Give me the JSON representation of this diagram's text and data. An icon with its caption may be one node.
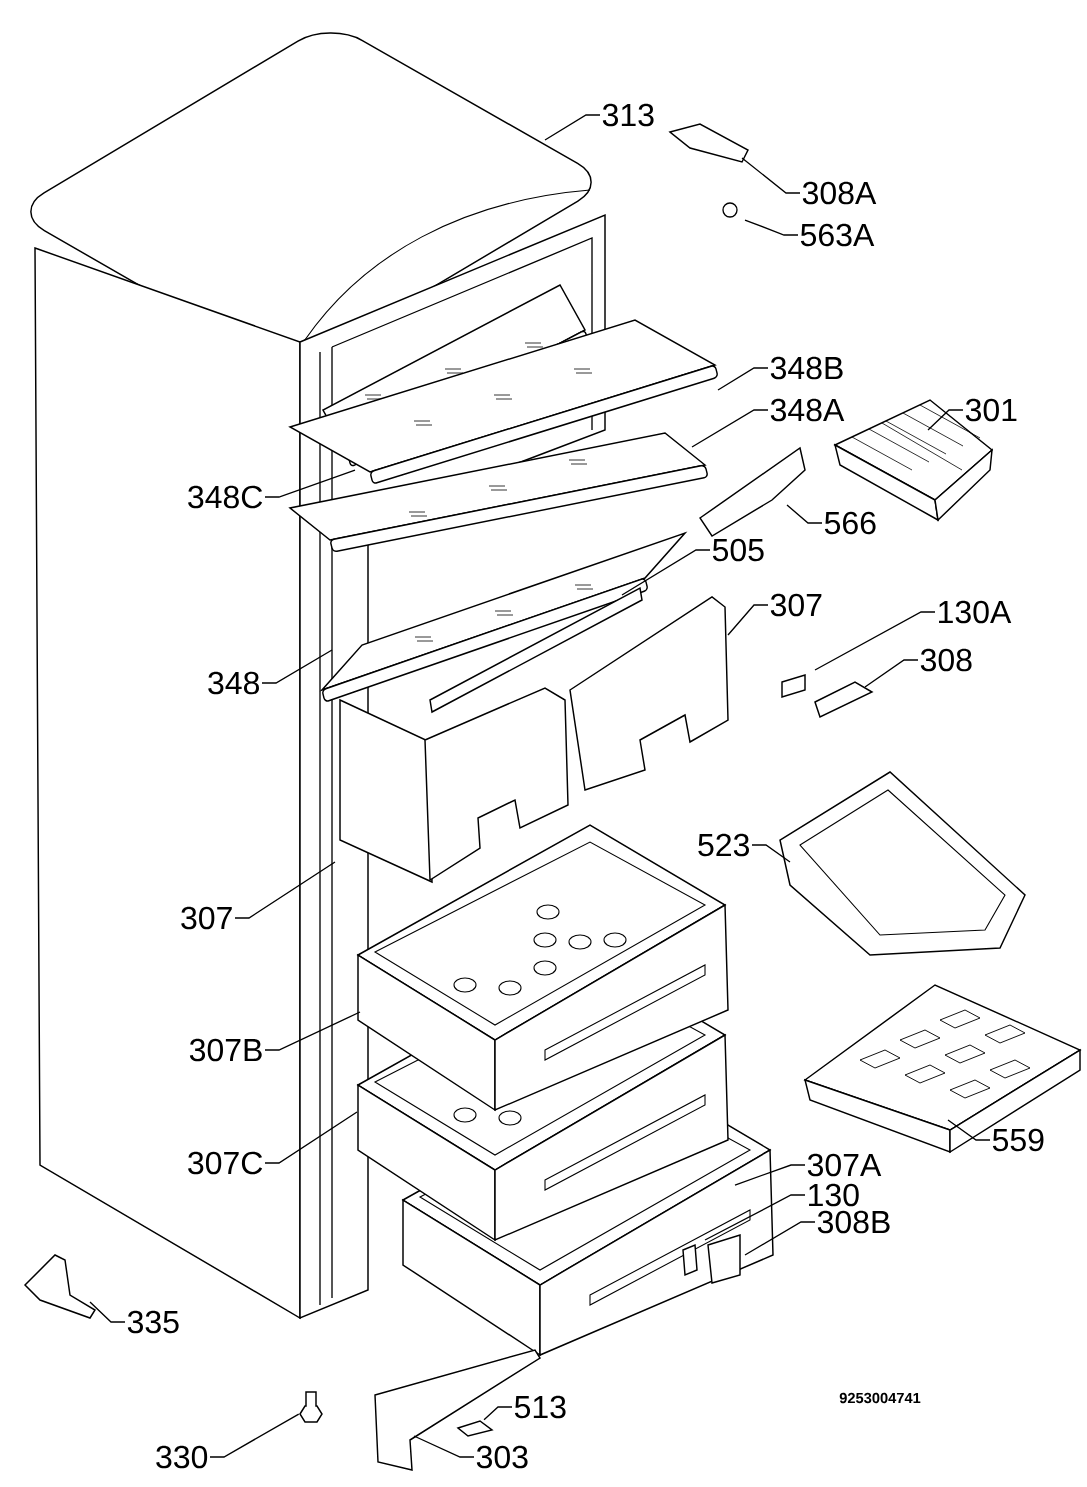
{
  "diagram": {
    "nodes": [
      {
        "text": [
          "313"
        ]
      },
      {
        "text": [
          "308A"
        ]
      },
      {
        "text": [
          "563A"
        ]
      },
      {
        "text": [
          "348B"
        ]
      },
      {
        "text": [
          "348A"
        ]
      },
      {
        "text": [
          "301"
        ]
      },
      {
        "text": [
          "348C"
        ]
      },
      {
        "text": [
          "566"
        ]
      },
      {
        "text": [
          "505"
        ]
      },
      {
        "text": [
          "307"
        ]
      },
      {
        "text": [
          "130A"
        ]
      },
      {
        "text": [
          "308"
        ]
      },
      {
        "text": [
          "348"
        ]
      },
      {
        "text": [
          "523"
        ]
      },
      {
        "text": [
          "307"
        ]
      },
      {
        "text": [
          "307B"
        ]
      },
      {
        "text": [
          "559"
        ]
      },
      {
        "text": [
          "307C"
        ]
      },
      {
        "text": [
          "307A"
        ]
      },
      {
        "text": [
          "130"
        ]
      },
      {
        "text": [
          "308B"
        ]
      },
      {
        "text": [
          "335"
        ]
      },
      {
        "text": [
          "513"
        ]
      },
      {
        "text": [
          "330"
        ]
      },
      {
        "text": [
          "303"
        ]
      },
      {
        "text": [],
        "shape": "picture"
      },
      {
        "text": [],
        "shape": "picture"
      }
    ],
    "edges": [
      {
        "from": 0,
        "to": null,
        "arrow": "none"
      },
      {
        "from": 1,
        "to": null,
        "arrow": "none"
      },
      {
        "from": 2,
        "to": null,
        "arrow": "none"
      },
      {
        "from": 3,
        "to": null,
        "arrow": "none"
      },
      {
        "from": 4,
        "to": null,
        "arrow": "none"
      },
      {
        "from": 5,
        "to": null,
        "arrow": "none"
      },
      {
        "from": 6,
        "to": null,
        "arrow": "none"
      },
      {
        "from": 7,
        "to": null,
        "arrow": "none"
      },
      {
        "from": 8,
        "to": null,
        "arrow": "none"
      },
      {
        "from": 9,
        "to": null,
        "arrow": "none"
      },
      {
        "from": 10,
        "to": null,
        "arrow": "none"
      },
      {
        "from": 11,
        "to": null,
        "arrow": "none"
      },
      {
        "from": 12,
        "to": null,
        "arrow": "none"
      },
      {
        "from": 13,
        "to": null,
        "arrow": "none"
      },
      {
        "from": 14,
        "to": null,
        "arrow": "none"
      },
      {
        "from": 15,
        "to": null,
        "arrow": "none"
      },
      {
        "from": 16,
        "to": null,
        "arrow": "none"
      },
      {
        "from": 17,
        "to": null,
        "arrow": "none"
      },
      {
        "from": 18,
        "to": null,
        "arrow": "none"
      },
      {
        "from": 19,
        "to": null,
        "arrow": "none"
      },
      {
        "from": 20,
        "to": null,
        "arrow": "none"
      },
      {
        "from": 21,
        "to": null,
        "arrow": "none"
      },
      {
        "from": 22,
        "to": 25,
        "arrow": "none"
      },
      {
        "from": 23,
        "to": 26,
        "arrow": "none"
      },
      {
        "from": 24,
        "to": null,
        "arrow": "none"
      }
    ],
    "labels": [
      "9253004741"
    ]
  }
}
